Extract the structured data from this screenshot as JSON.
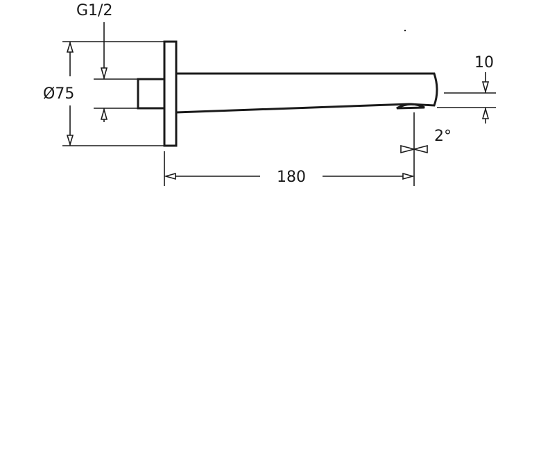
{
  "labels": {
    "thread": "G1/2",
    "diameter": "Ø75",
    "length": "180",
    "offset": "10",
    "angle": "2°"
  },
  "colors": {
    "ink": "#1a1a1a",
    "background": "#ffffff"
  }
}
